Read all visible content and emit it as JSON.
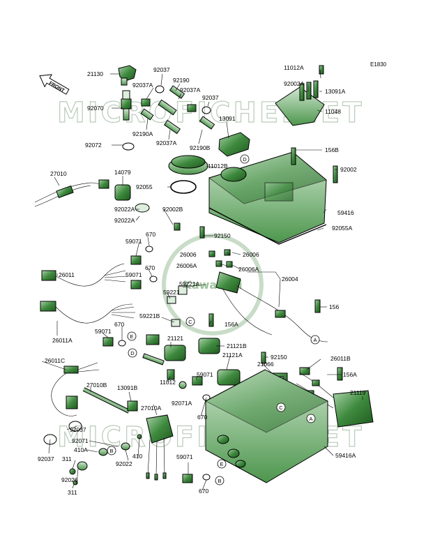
{
  "diagram_code": "E1830",
  "front_label": "FRONT",
  "watermark": "MICROFICHE.NET",
  "center_logo": "Kawasaki",
  "colors": {
    "part_fill": "#3f8a3f",
    "part_dark": "#1f5a1f",
    "part_light": "#8ec08e",
    "line": "#000000",
    "watermark": "#b9cbb9"
  },
  "labels": {
    "p21130": "21130",
    "p92037_top": "92037",
    "p92190_top": "92190",
    "p92037A_1": "92037A",
    "p92037A_2": "92037A",
    "p92037_2": "92037",
    "p92070": "92070",
    "p13091": "13091",
    "p92190A": "92190A",
    "p92037A_3": "92037A",
    "p92190B": "92190B",
    "p92072": "92072",
    "p11012B": "11012B",
    "p11012A": "11012A",
    "p92002A": "92002A",
    "p13091A": "13091A",
    "p11048": "11048",
    "p156B": "156B",
    "p92002": "92002",
    "p27010": "27010",
    "p14079": "14079",
    "p92055": "92055",
    "p92022A_1": "92022A",
    "p92002B": "92002B",
    "p92022A_2": "92022A",
    "p59416": "59416",
    "p92055A": "92055A",
    "p670_1": "670",
    "p59071_1": "59071",
    "p92150_1": "92150",
    "p26006": "26006",
    "p26006A_l": "26006A",
    "p26006_r": "26006",
    "p26006A_r": "26006A",
    "p670_2": "670",
    "p26011": "26011",
    "p59071_2": "59071",
    "p59221A": "59221A",
    "p59221": "59221",
    "p26004": "26004",
    "p156": "156",
    "p26011A": "26011A",
    "p59221B": "59221B",
    "p156A_1": "156A",
    "p670_3": "670",
    "p59071_3": "59071",
    "p21121": "21121",
    "p21121B": "21121B",
    "p92150_2": "92150",
    "p26011B": "26011B",
    "p26011C": "26011C",
    "p21121A": "21121A",
    "p21066": "21066",
    "p156A_2": "156A",
    "p27010B": "27010B",
    "p13091B": "13091B",
    "p11012": "11012",
    "p59071_4": "59071",
    "p92071A": "92071A",
    "p21119": "21119",
    "p27010A": "27010A",
    "p670_4": "670",
    "p92037_3": "92037",
    "p410A": "410A",
    "p92071": "92071",
    "p92037_4": "92037",
    "p311_1": "311",
    "p92022": "92022",
    "p410": "410",
    "p59416A": "59416A",
    "p92026": "92026",
    "p311_2": "311",
    "p59071_5": "59071",
    "p670_5": "670"
  },
  "refs": {
    "D_top": "D",
    "C_mid": "C",
    "E_mid": "E",
    "D_mid": "D",
    "A_right": "A",
    "C_low": "C",
    "A_low": "A",
    "B_low": "B",
    "E_low": "E",
    "B_bottom": "B"
  }
}
